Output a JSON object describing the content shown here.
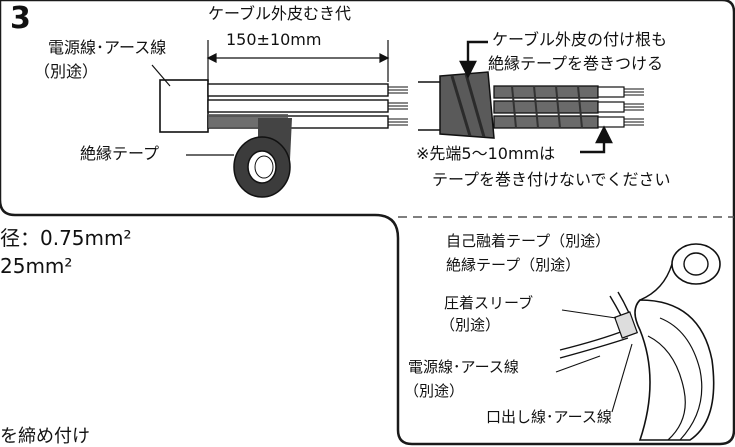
{
  "step_number": "3",
  "strip_length": {
    "label": "ケーブル外皮むき代",
    "value": "150±10mm"
  },
  "top_left": {
    "cable_label_line1": "電源線･アース線",
    "cable_label_line2": "（別途）",
    "tape_label": "絶縁テープ"
  },
  "top_right": {
    "base_note_line1": "ケーブル外皮の付け根も",
    "base_note_line2": "絶縁テープを巻きつける",
    "tip_note_line1": "※先端5～10mmは",
    "tip_note_line2": "テープを巻き付けないでください"
  },
  "bottom_left": {
    "spec_line1": "径：0.75mm²",
    "spec_line2": "25mm²",
    "truncated_text": "を締め付け"
  },
  "bottom_right": {
    "self_fusing_tape": "自己融着テープ（別途）",
    "insulating_tape": "絶縁テープ（別途）",
    "sleeve_line1": "圧着スリーブ",
    "sleeve_line2": "（別途）",
    "supply_line1": "電源線･アース線",
    "supply_line2": "（別途）",
    "lead_wire": "口出し線･アース線"
  }
}
